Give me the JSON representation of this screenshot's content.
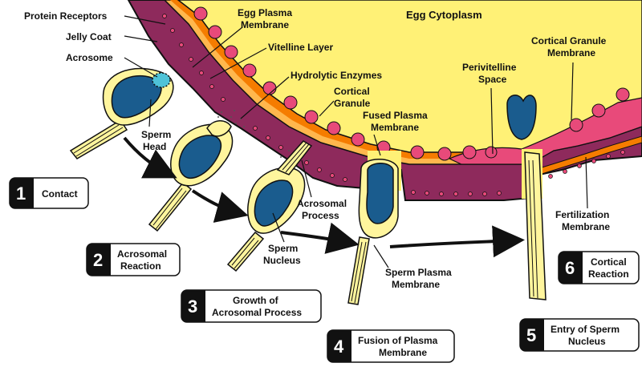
{
  "labels": {
    "protein_receptors": "Protein Receptors",
    "jelly_coat": "Jelly Coat",
    "acrosome": "Acrosome",
    "egg_plasma_membrane": [
      "Egg Plasma",
      "Membrane"
    ],
    "vitelline_layer": "Vitelline Layer",
    "hydrolytic_enzymes": "Hydrolytic Enzymes",
    "cortical_granule": [
      "Cortical",
      "Granule"
    ],
    "egg_cytoplasm": "Egg Cytoplasm",
    "cortical_granule_membrane": [
      "Cortical Granule",
      "Membrane"
    ],
    "perivitelline_space": [
      "Perivitelline",
      "Space"
    ],
    "fused_plasma_membrane": [
      "Fused Plasma",
      "Membrane"
    ],
    "sperm_head": [
      "Sperm",
      "Head"
    ],
    "acrosomal_process": [
      "Acrosomal",
      "Process"
    ],
    "sperm_nucleus": [
      "Sperm",
      "Nucleus"
    ],
    "sperm_plasma_membrane": [
      "Sperm Plasma",
      "Membrane"
    ],
    "fertilization_membrane": [
      "Fertilization",
      "Membrane"
    ]
  },
  "steps": [
    {
      "number": "1",
      "text": [
        "Contact"
      ]
    },
    {
      "number": "2",
      "text": [
        "Acrosomal",
        "Reaction"
      ]
    },
    {
      "number": "3",
      "text": [
        "Growth of",
        "Acrosomal Process"
      ]
    },
    {
      "number": "4",
      "text": [
        "Fusion of Plasma",
        "Membrane"
      ]
    },
    {
      "number": "5",
      "text": [
        "Entry of Sperm",
        "Nucleus"
      ]
    },
    {
      "number": "6",
      "text": [
        "Cortical",
        "Reaction"
      ]
    }
  ],
  "colors": {
    "cytoplasm": "#fff176",
    "jelly": "#8e2a5c",
    "membrane": "#f57c00",
    "vitelline": "#ffb74d",
    "granule": "#e84a7a",
    "sperm_body": "#fff59d",
    "nucleus": "#1a5c8e",
    "acrosome": "#4fc3d8"
  }
}
